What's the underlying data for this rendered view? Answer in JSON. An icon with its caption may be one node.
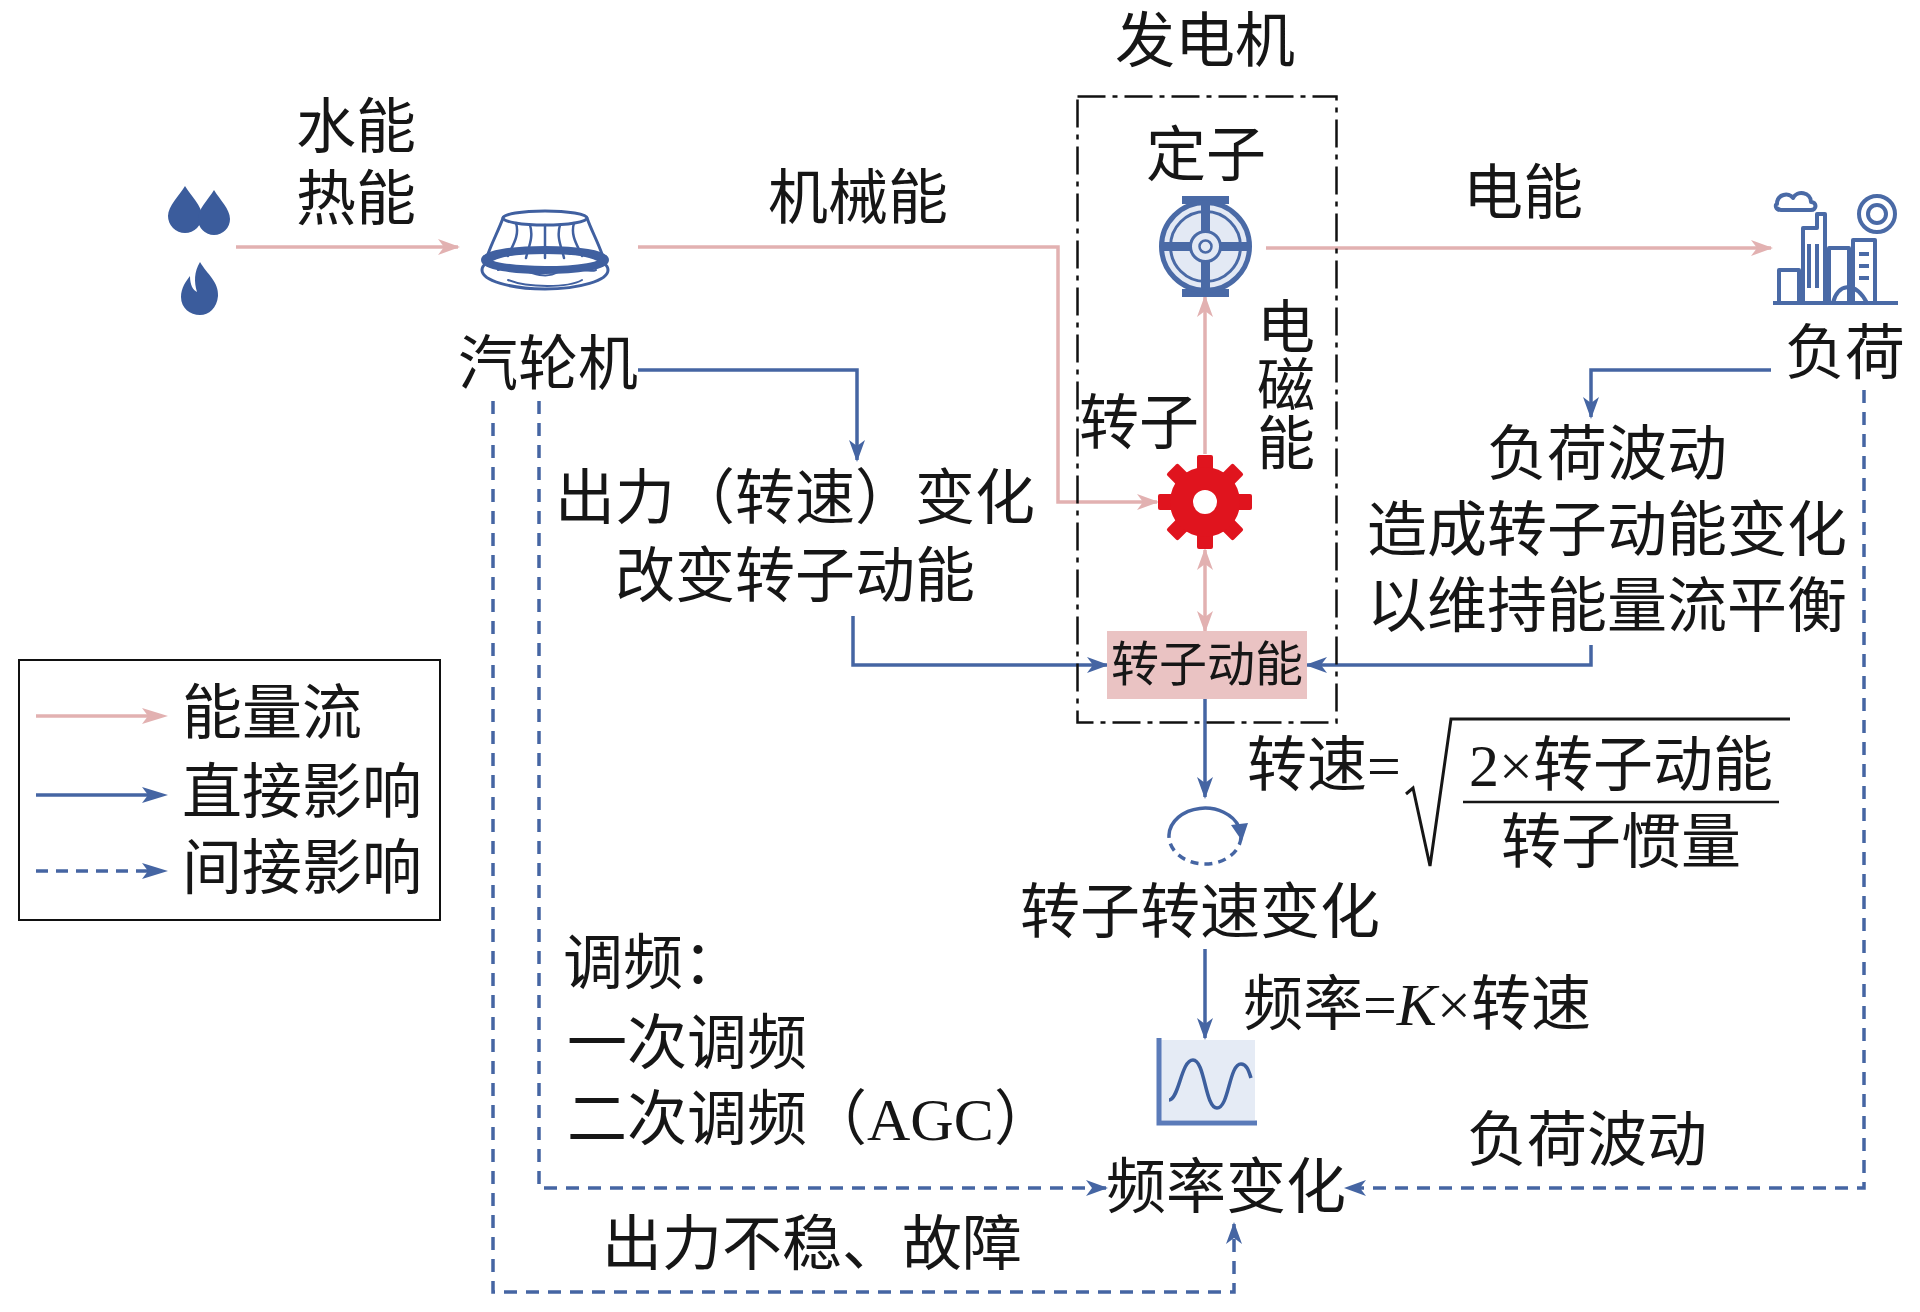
{
  "diagram": {
    "nodes": [
      {
        "text": [],
        "shape": "picture"
      },
      {
        "text": [
          "汽轮机"
        ]
      },
      {
        "text": [
          "发电机"
        ]
      },
      {
        "text": [
          "定子"
        ],
        "in": 2
      },
      {
        "text": [],
        "shape": "picture",
        "beside": [
          "转子"
        ],
        "in": 2
      },
      {
        "text": [
          "转子动能"
        ],
        "in": 2
      },
      {
        "text": [
          "负荷"
        ]
      },
      {
        "text": [
          "出力（转速）变化",
          "改变转子动能"
        ]
      },
      {
        "text": [
          "负荷波动",
          "造成转子动能变化以维持能量流平衡"
        ]
      },
      {
        "text": [
          "转子转速变化"
        ]
      },
      {
        "text": [
          "频率变化"
        ]
      }
    ],
    "edges": [
      {
        "from": 0,
        "to": 1,
        "arrow": "to",
        "label": "水能热能",
        "color": "#e2b1b1"
      },
      {
        "from": 1,
        "to": 4,
        "arrow": "to",
        "label": "机械能",
        "color": "#e2b1b1"
      },
      {
        "from": 4,
        "to": 3,
        "arrow": "to",
        "label": "电磁能",
        "color": "#e2b1b1"
      },
      {
        "from": 3,
        "to": 6,
        "arrow": "to",
        "label": "电能",
        "color": "#e2b1b1"
      },
      {
        "from": 4,
        "to": 5,
        "arrow": "both",
        "color": "#e2b1b1"
      },
      {
        "from": 1,
        "to": 7,
        "arrow": "to"
      },
      {
        "from": 7,
        "to": 5,
        "arrow": "to"
      },
      {
        "from": 6,
        "to": 8,
        "arrow": "to"
      },
      {
        "from": 8,
        "to": 5,
        "arrow": "to"
      },
      {
        "from": 5,
        "to": 9,
        "arrow": "to"
      },
      {
        "from": 9,
        "to": 10,
        "arrow": "to",
        "label": "频率=*K*×转速"
      },
      {
        "from": 1,
        "to": 10,
        "arrow": "to",
        "style": "dashed"
      },
      {
        "from": 1,
        "to": 10,
        "arrow": "to",
        "style": "dashed",
        "label": "出力不稳、故障"
      },
      {
        "from": 6,
        "to": 10,
        "arrow": "to",
        "style": "dashed",
        "label": "负荷波动"
      }
    ],
    "labels": [
      "转速=",
      "2×转子动能",
      "转子惯量",
      "调频：",
      "一次调频",
      "二次调频（AGC）"
    ],
    "legend": [
      {
        "text": "能量流"
      },
      {
        "text": "直接影响"
      },
      {
        "text": "间接影响"
      }
    ]
  }
}
